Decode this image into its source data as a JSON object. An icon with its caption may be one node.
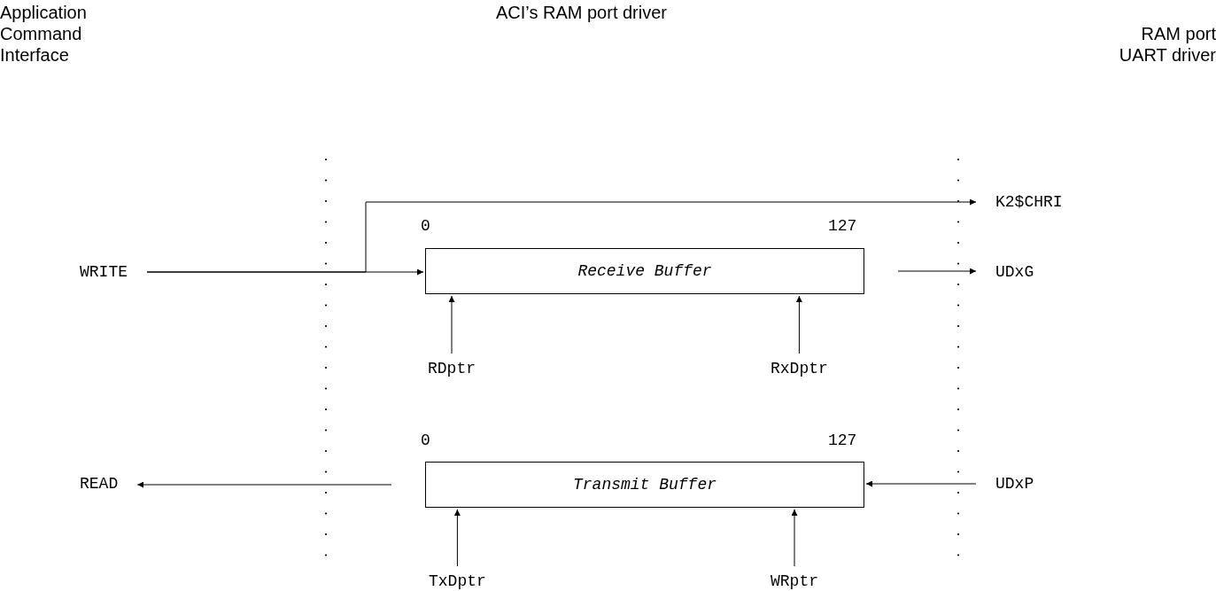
{
  "diagram": {
    "nodes": [
      {
        "text": [
          "WRITE"
        ]
      },
      {
        "text": [
          "K2$CHRI"
        ]
      },
      {
        "text": [
          "Receive Buffer"
        ],
        "beside": [
          "0",
          "127"
        ]
      },
      {
        "text": [
          "UDxG"
        ]
      },
      {
        "text": [
          "RDptr"
        ]
      },
      {
        "text": [
          "RxDptr"
        ]
      },
      {
        "text": [
          "READ"
        ]
      },
      {
        "text": [
          "Transmit Buffer"
        ],
        "beside": [
          "0",
          "127"
        ]
      },
      {
        "text": [
          "UDxP"
        ]
      },
      {
        "text": [
          "TxDptr"
        ]
      },
      {
        "text": [
          "WRptr"
        ]
      }
    ],
    "edges": [
      {
        "from": 0,
        "to": 1,
        "arrow": "to"
      },
      {
        "from": 0,
        "to": 2,
        "arrow": "to"
      },
      {
        "from": 2,
        "to": 3,
        "arrow": "to"
      },
      {
        "from": 4,
        "to": 2,
        "arrow": "to"
      },
      {
        "from": 5,
        "to": 2,
        "arrow": "to"
      },
      {
        "from": 7,
        "to": 6,
        "arrow": "to"
      },
      {
        "from": 8,
        "to": 7,
        "arrow": "to"
      },
      {
        "from": 9,
        "to": 7,
        "arrow": "to"
      },
      {
        "from": 10,
        "to": 7,
        "arrow": "to"
      }
    ],
    "labels": [
      "Application Command Interface",
      "ACI’s RAM port driver",
      "RAM port UART driver"
    ]
  }
}
